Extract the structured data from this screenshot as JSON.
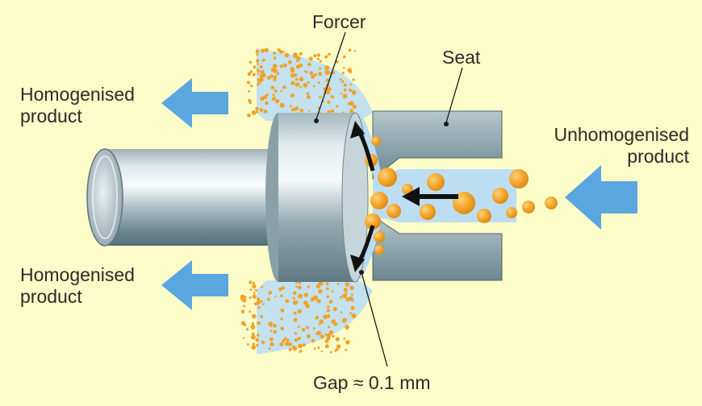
{
  "labels": {
    "forcer": "Forcer",
    "seat": "Seat",
    "homogenised_top": [
      "Homogenised",
      "product"
    ],
    "homogenised_bottom": [
      "Homogenised",
      "product"
    ],
    "unhomogenised": [
      "Unhomogenised",
      "product"
    ],
    "gap": "Gap ≈ 0.1 mm"
  },
  "colors": {
    "background": "#fcfcc8",
    "flow_arrow": "#5aa6df",
    "spray": "#b9dcf4",
    "particle": "#f2a227",
    "metal": "#9fb5bd"
  }
}
